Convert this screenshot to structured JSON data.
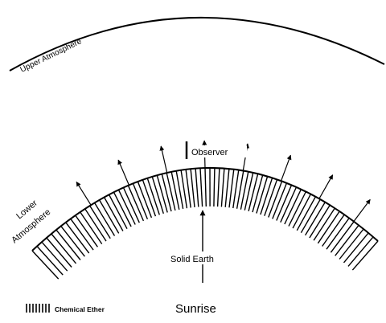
{
  "labels": {
    "upper_atmosphere": "Upper Atmosphere",
    "lower": "Lower",
    "atmosphere": "Atmosphere",
    "observer": "Observer",
    "solid_earth": "Solid Earth",
    "legend_text": "Chemical Ether",
    "caption": "Sunrise"
  },
  "icons": {
    "outward_arrows": "arrow-icon",
    "legend_hatch": "hatch-icon"
  },
  "colors": {
    "ink": "#000000",
    "background": "#ffffff"
  }
}
